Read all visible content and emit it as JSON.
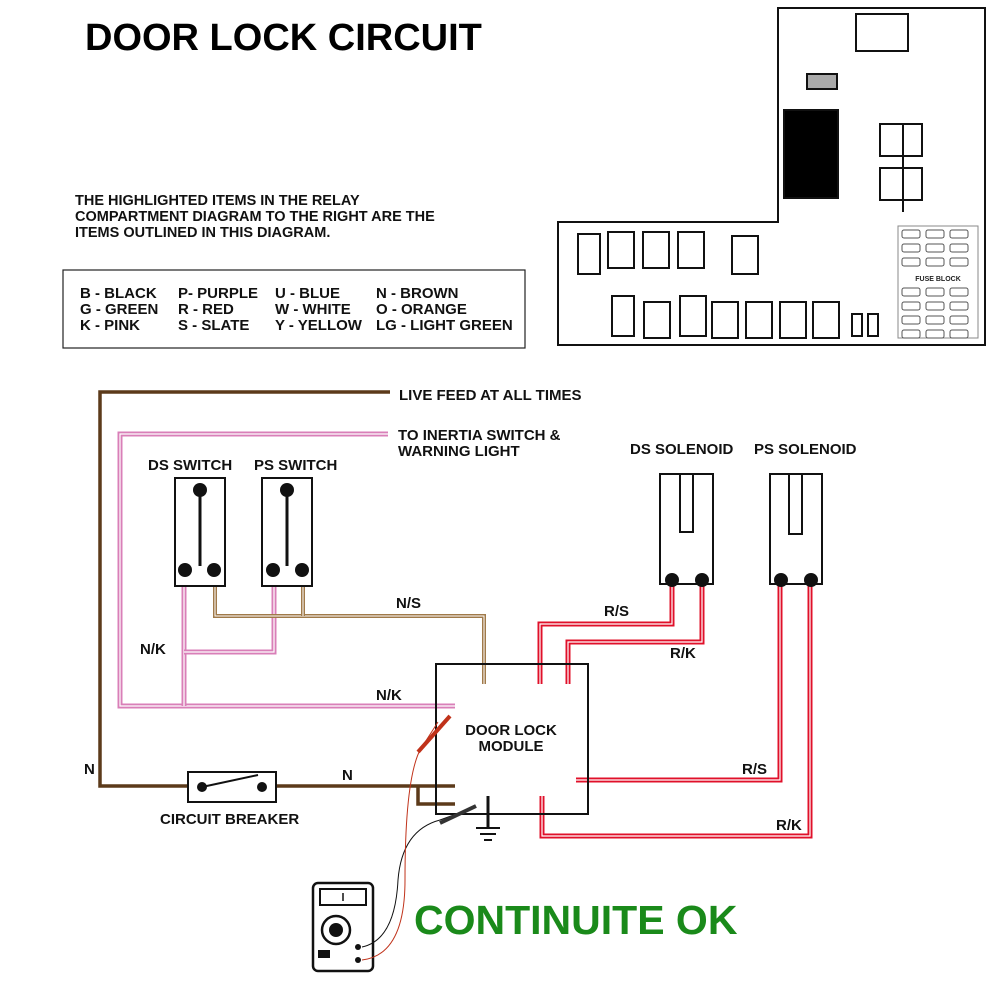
{
  "title": "DOOR LOCK CIRCUIT",
  "note": [
    "THE HIGHLIGHTED ITEMS IN THE RELAY",
    "COMPARTMENT DIAGRAM TO THE RIGHT ARE THE",
    "ITEMS OUTLINED IN THIS DIAGRAM."
  ],
  "legend": {
    "col1": [
      "B - BLACK",
      "G - GREEN",
      "K - PINK"
    ],
    "col2": [
      "P- PURPLE",
      "R - RED",
      "S - SLATE"
    ],
    "col3": [
      "U - BLUE",
      "W - WHITE",
      "Y - YELLOW"
    ],
    "col4": [
      "N - BROWN",
      "O - ORANGE",
      "LG - LIGHT GREEN"
    ]
  },
  "relay": {
    "fuse_block_label": "FUSE BLOCK"
  },
  "labels": {
    "live_feed": "LIVE FEED AT ALL TIMES",
    "inertia_1": "TO INERTIA SWITCH &",
    "inertia_2": "WARNING LIGHT",
    "ds_switch": "DS SWITCH",
    "ps_switch": "PS SWITCH",
    "ds_solenoid": "DS SOLENOID",
    "ps_solenoid": "PS SOLENOID",
    "module_1": "DOOR LOCK",
    "module_2": "MODULE",
    "circuit_breaker": "CIRCUIT BREAKER",
    "continuity": "CONTINUITE OK"
  },
  "wires": {
    "ns": "N/S",
    "nk_left": "N/K",
    "nk_mid": "N/K",
    "n_left": "N",
    "n_mid": "N",
    "rs_top": "R/S",
    "rk_top": "R/K",
    "rs_bottom": "R/S",
    "rk_bottom": "R/K"
  },
  "colors": {
    "brown": "#5c3a1a",
    "pink": "#d97fb8",
    "red": "#e0102a",
    "tan": "#a07a4a",
    "green": "#1a8a1a"
  }
}
